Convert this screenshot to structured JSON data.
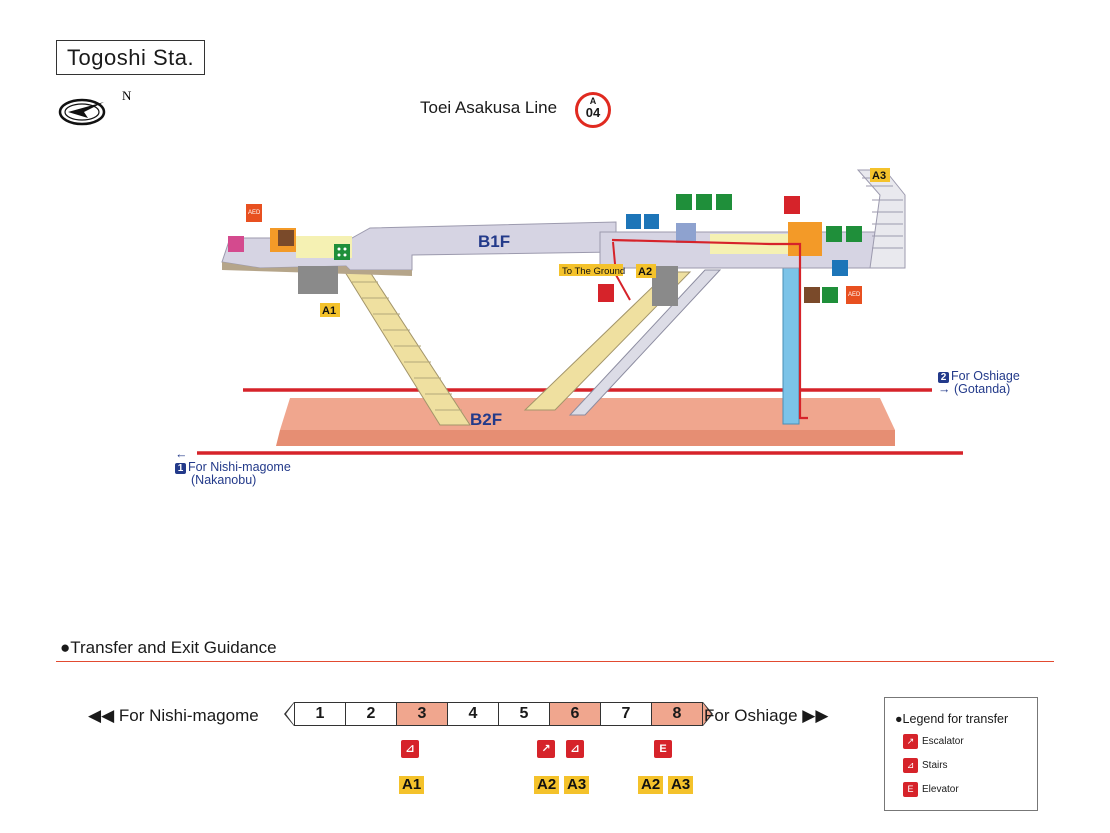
{
  "station": {
    "name": "Togoshi Sta."
  },
  "compass": {
    "north_label": "N"
  },
  "line": {
    "name": "Toei Asakusa Line",
    "badge_letter": "A",
    "badge_number": "04",
    "color": "#e02a20"
  },
  "floors": {
    "upper": "B1F",
    "lower": "B2F"
  },
  "map_labels": {
    "to_ground": "To The Ground",
    "exits": [
      "A1",
      "A2",
      "A3"
    ]
  },
  "directions": {
    "down": {
      "number": "2",
      "text": "For Oshiage",
      "sub": "(Gotanda)",
      "arrow": "→"
    },
    "up": {
      "number": "1",
      "text": "For Nishi-magome",
      "sub": "(Nakanobu)",
      "arrow": "←"
    }
  },
  "facility_icons": [
    "aed-icon",
    "ticket-office-icon",
    "fare-adjustment-icon",
    "accessible-icon",
    "restroom-icon",
    "elevator-icon",
    "phone-icon",
    "coin-locker-icon"
  ],
  "guidance": {
    "heading": "●Transfer and Exit Guidance",
    "left_label": "◀◀ For Nishi-magome",
    "right_label": "For Oshiage ▶▶",
    "cars": [
      {
        "num": "1",
        "highlight": false
      },
      {
        "num": "2",
        "highlight": false
      },
      {
        "num": "3",
        "highlight": true
      },
      {
        "num": "4",
        "highlight": false
      },
      {
        "num": "5",
        "highlight": false
      },
      {
        "num": "6",
        "highlight": true
      },
      {
        "num": "7",
        "highlight": false
      },
      {
        "num": "8",
        "highlight": true
      }
    ],
    "car3": {
      "icons": [
        "stairs-icon"
      ],
      "exits": [
        "A1"
      ]
    },
    "car6": {
      "icons": [
        "escalator-icon",
        "stairs-icon"
      ],
      "exits": [
        "A2",
        "A3"
      ]
    },
    "car8": {
      "icons": [
        "elevator-icon"
      ],
      "exits": [
        "A2",
        "A3"
      ]
    }
  },
  "legend": {
    "title": "●Legend for transfer",
    "items": [
      {
        "icon": "escalator-icon",
        "label": "Escalator"
      },
      {
        "icon": "stairs-icon",
        "label": "Stairs"
      },
      {
        "icon": "elevator-icon",
        "label": "Elevator"
      }
    ]
  },
  "colors": {
    "accent_red": "#d6232a",
    "exit_yellow": "#f4c22b",
    "platform_salmon": "#f0a68e",
    "concourse_gray": "#d6d4e3",
    "navy": "#233a8a"
  }
}
